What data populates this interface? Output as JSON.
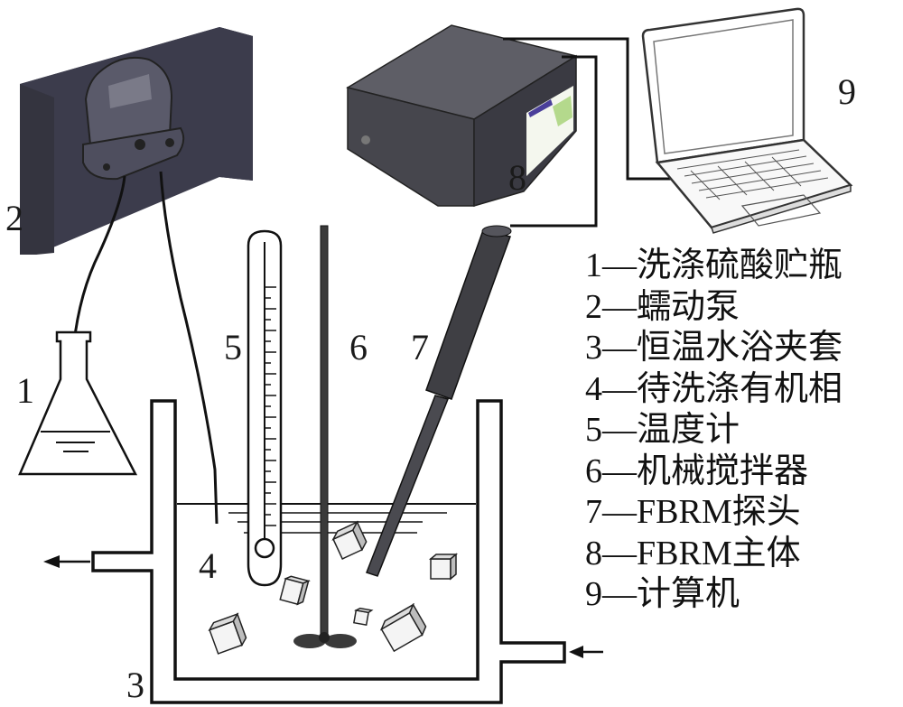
{
  "labels": {
    "flask": "1",
    "pump": "2",
    "jacket": "3",
    "organic_phase": "4",
    "thermometer": "5",
    "stirrer": "6",
    "probe": "7",
    "fbrm_main": "8",
    "computer": "9"
  },
  "legend": [
    "1—洗涤硫酸贮瓶",
    "2—蠕动泵",
    "3—恒温水浴夹套",
    "4—待洗涤有机相",
    "5—温度计",
    "6—机械搅拌器",
    "7—FBRM探头",
    "8—FBRM主体",
    "9—计算机"
  ],
  "colors": {
    "pump_body": "#3c3c4c",
    "pump_front": "#4a4a5c",
    "device": "#4b4b52",
    "device_top": "#5e5e66",
    "line": "#111111"
  }
}
